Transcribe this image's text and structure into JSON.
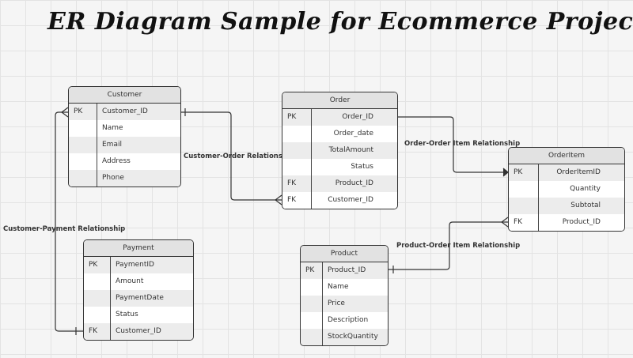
{
  "title": "ER Diagram Sample for Ecommerce Project",
  "entities": {
    "customer": {
      "name": "Customer",
      "rows": [
        {
          "key": "PK",
          "attr": "Customer_ID"
        },
        {
          "key": "",
          "attr": "Name"
        },
        {
          "key": "",
          "attr": "Email"
        },
        {
          "key": "",
          "attr": "Address"
        },
        {
          "key": "",
          "attr": "Phone"
        }
      ]
    },
    "order": {
      "name": "Order",
      "rows": [
        {
          "key": "PK",
          "attr": "Order_ID"
        },
        {
          "key": "",
          "attr": "Order_date"
        },
        {
          "key": "",
          "attr": "TotalAmount"
        },
        {
          "key": "",
          "attr": "Status"
        },
        {
          "key": "FK",
          "attr": "Product_ID"
        },
        {
          "key": "FK",
          "attr": "Customer_ID"
        }
      ]
    },
    "orderitem": {
      "name": "OrderItem",
      "rows": [
        {
          "key": "PK",
          "attr": "OrderItemID"
        },
        {
          "key": "",
          "attr": "Quantity"
        },
        {
          "key": "",
          "attr": "Subtotal"
        },
        {
          "key": "FK",
          "attr": "Product_ID"
        }
      ]
    },
    "payment": {
      "name": "Payment",
      "rows": [
        {
          "key": "PK",
          "attr": "PaymentID"
        },
        {
          "key": "",
          "attr": "Amount"
        },
        {
          "key": "",
          "attr": "PaymentDate"
        },
        {
          "key": "",
          "attr": "Status"
        },
        {
          "key": "FK",
          "attr": "Customer_ID"
        }
      ]
    },
    "product": {
      "name": "Product",
      "rows": [
        {
          "key": "PK",
          "attr": "Product_ID"
        },
        {
          "key": "",
          "attr": "Name"
        },
        {
          "key": "",
          "attr": "Price"
        },
        {
          "key": "",
          "attr": "Description"
        },
        {
          "key": "",
          "attr": "StockQuantity"
        }
      ]
    }
  },
  "relationships": {
    "customer_order": "Customer-Order Relationship",
    "order_orderitem": "Order-Order Item Relationship",
    "customer_payment": "Customer-Payment Relationship",
    "product_orderitem": "Product-Order Item Relationship"
  }
}
